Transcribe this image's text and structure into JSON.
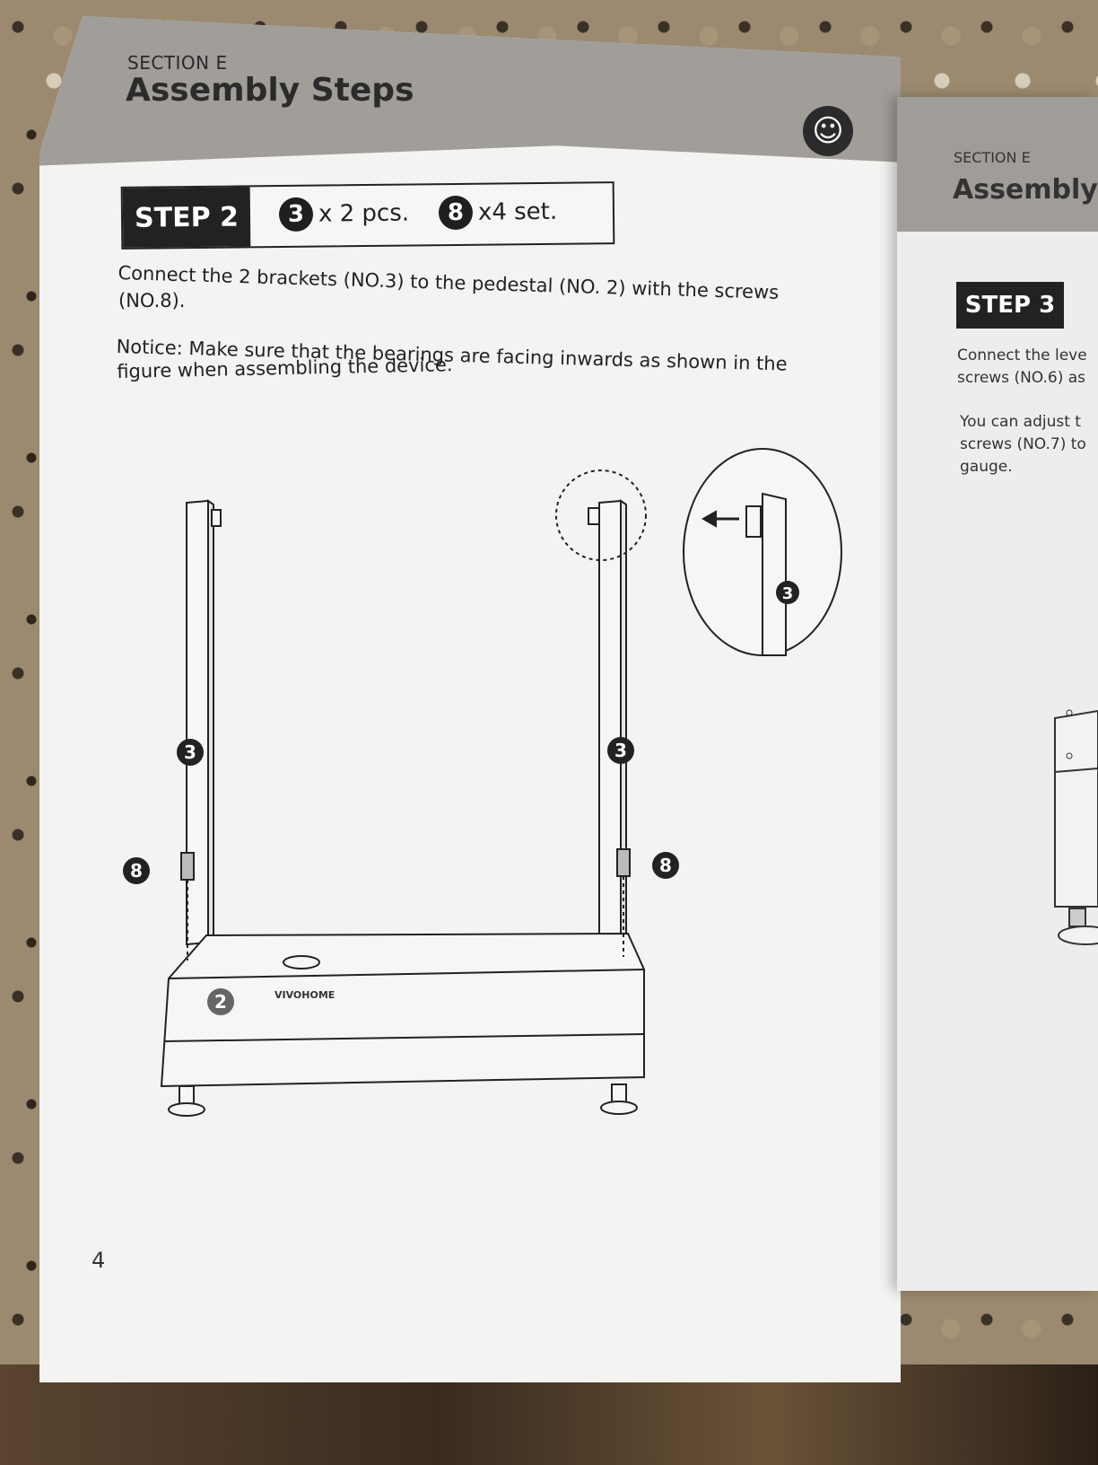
{
  "left_page": {
    "section_label": "SECTION E",
    "section_title": "Assembly Steps",
    "step": {
      "label": "STEP 2",
      "parts": [
        {
          "number": "3",
          "quantity": "x 2 pcs."
        },
        {
          "number": "8",
          "quantity": "x4 set."
        }
      ]
    },
    "instruction_line1": "Connect the 2 brackets (NO.3) to the pedestal (NO. 2) with the screws",
    "instruction_line2": "(NO.8).",
    "notice_line1": "Notice: Make sure that the bearings are facing inwards as shown in the",
    "notice_line2": "figure when assembling the device.",
    "page_number": "4",
    "diagram": {
      "part_labels": [
        "3",
        "3",
        "8",
        "8",
        "2",
        "3"
      ],
      "brand": "VIVOHOME"
    }
  },
  "right_page": {
    "section_label": "SECTION E",
    "section_title": "Assembly",
    "step_label": "STEP 3",
    "text_line1": "Connect the leve",
    "text_line2": "screws (NO.6) as",
    "text_line3": "You can adjust t",
    "text_line4": "screws (NO.7) to",
    "text_line5": "gauge."
  },
  "icons": {
    "logo": "smiley-icon"
  }
}
